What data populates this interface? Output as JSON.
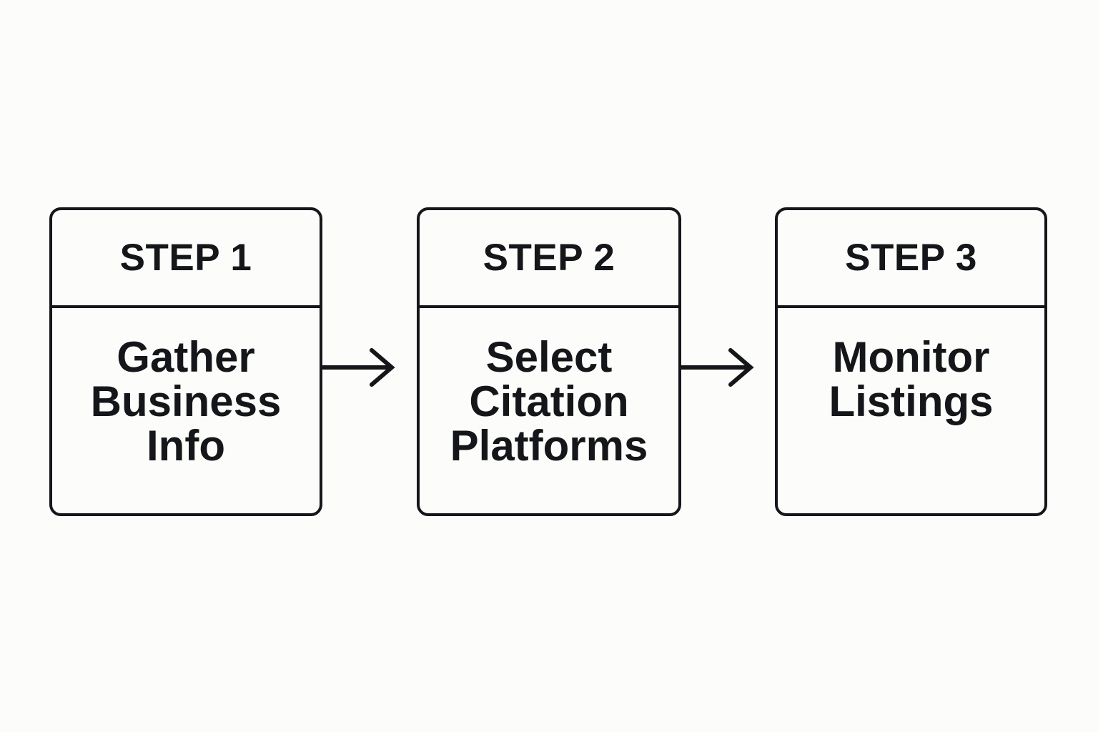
{
  "diagram": {
    "type": "process-flow",
    "orientation": "horizontal",
    "background_color": "#fcfcfa",
    "stroke_color": "#14161a",
    "text_color": "#14161a",
    "steps": [
      {
        "id": "step-1",
        "header": "STEP 1",
        "body": "Gather Business Info",
        "body_lines": [
          "Gather",
          "Business",
          "Info"
        ]
      },
      {
        "id": "step-2",
        "header": "STEP 2",
        "body": "Select Citation Platforms",
        "body_lines": [
          "Select",
          "Citation",
          "Platforms"
        ]
      },
      {
        "id": "step-3",
        "header": "STEP 3",
        "body": "Monitor Listings",
        "body_lines": [
          "Monitor",
          "Listings"
        ]
      }
    ],
    "connectors": [
      {
        "id": "arrow-1",
        "from": "step-1",
        "to": "step-2",
        "icon": "arrow-right-icon"
      },
      {
        "id": "arrow-2",
        "from": "step-2",
        "to": "step-3",
        "icon": "arrow-right-icon"
      }
    ]
  }
}
